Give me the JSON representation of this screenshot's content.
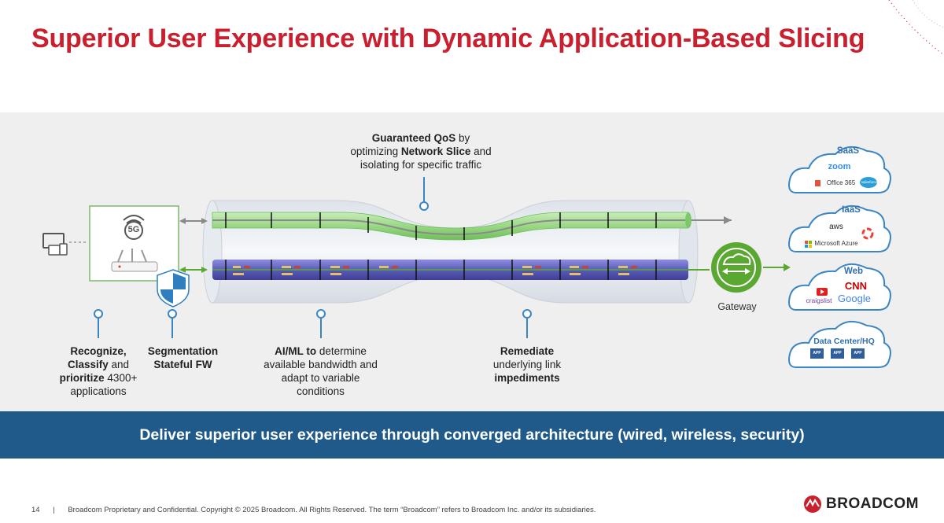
{
  "slide": {
    "title": "Superior User Experience with Dynamic Application-Based Slicing",
    "page_number": "14",
    "footer_text": "Broadcom Proprietary and Confidential.  Copyright © 2025 Broadcom.  All Rights Reserved. The term “Broadcom” refers to Broadcom Inc. and/or its subsidiaries.",
    "brand": "BROADCOM",
    "banner": "Deliver superior user experience through converged architecture (wired, wireless, security)"
  },
  "diagram": {
    "qos": {
      "bold1": "Guaranteed QoS",
      "text1": " by",
      "text2": "optimizing ",
      "bold2": "Network Slice",
      "text3": " and",
      "text4": "isolating for specific traffic"
    },
    "device_label": "5G",
    "gateway_label": "Gateway",
    "captions": {
      "recognize": {
        "b1": "Recognize,",
        "b2": "Classify",
        "t1": " and",
        "b3": "prioritize",
        "t2": " 4300+",
        "t3": "applications"
      },
      "segmentation": {
        "b1": "Segmentation",
        "b2": "Stateful FW"
      },
      "aiml": {
        "b1": "AI/ML to",
        "t1": " determine",
        "t2": "available bandwidth and",
        "t3": "adapt to variable",
        "t4": "conditions"
      },
      "remediate": {
        "b1": "Remediate",
        "t1": "underlying link",
        "b2": "impediments"
      }
    },
    "clouds": [
      {
        "label": "SaaS",
        "apps": [
          "zoom",
          "Office 365",
          "salesforce"
        ]
      },
      {
        "label": "IaaS",
        "apps": [
          "aws",
          "Microsoft Azure"
        ]
      },
      {
        "label": "Web",
        "apps": [
          "CNN",
          "craigslist",
          "Google"
        ]
      },
      {
        "label": "Data Center/HQ",
        "apps": [
          "APP",
          "APP",
          "APP"
        ]
      }
    ],
    "colors": {
      "title_red": "#c8202f",
      "banner_blue": "#1f5a8a",
      "green_slice": "#8fd17a",
      "purple_slice": "#5b5bb0",
      "cloud_blue": "#2f6fb0",
      "gateway_green": "#5aa832"
    }
  }
}
